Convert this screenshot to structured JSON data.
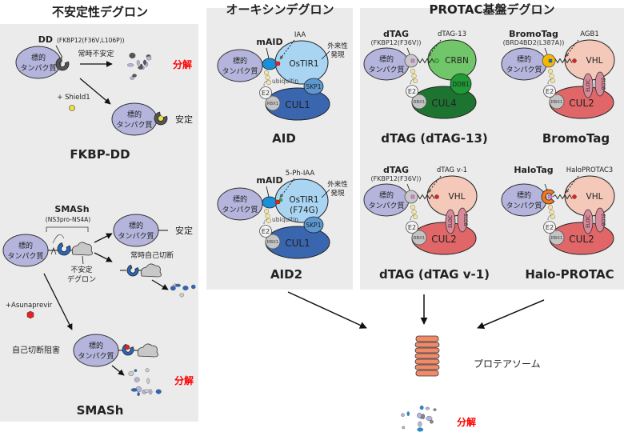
{
  "sections": {
    "unstable": "不安定性デグロン",
    "auxin": "オーキシンデグロン",
    "protac": "PROTAC基盤デグロン"
  },
  "target_protein": [
    "標的",
    "タンパク質"
  ],
  "fkbp_dd": {
    "tag": "DD",
    "tag_sub": "(FKBP12(F36V,L106P))",
    "always_unstable": "常時不安定",
    "degradation": "分解",
    "ligand": "+ Shield1",
    "stable": "安定",
    "name": "FKBP-DD"
  },
  "smash": {
    "tag": "SMASh",
    "tag_sub": "(NS3pro-NS4A)",
    "unstable_degron": [
      "不安定",
      "デグロン"
    ],
    "stable": "安定",
    "self_cleavage": "常時自己切断",
    "drug": "+Asunaprevir",
    "inhibition": "自己切断阻害",
    "degradation": "分解",
    "name": "SMASh"
  },
  "aid": {
    "tag": "mAID",
    "ligand": "IAA",
    "exogenous": [
      "外来性",
      "発現"
    ],
    "receptor": [
      "OsTIR1"
    ],
    "adapter": [
      "SKP1"
    ],
    "cullin": "CUL1",
    "e2": "E2",
    "rbx": "RBX1",
    "ubiquitin": "ubiquitin",
    "name": "AID"
  },
  "aid2": {
    "tag": "mAID",
    "ligand": "5-Ph-IAA",
    "exogenous": [
      "外来性",
      "発現"
    ],
    "receptor": [
      "OsTIR1",
      "(F74G)"
    ],
    "adapter": [
      "SKP1"
    ],
    "cullin": "CUL1",
    "e2": "E2",
    "rbx": "RBX1",
    "ubiquitin": "ubiquitin",
    "name": "AID2"
  },
  "dtag13": {
    "tag": "dTAG",
    "tag_sub": "(FKBP12(F36V))",
    "ligand": "dTAG-13",
    "receptor": [
      "CRBN"
    ],
    "adapter": [
      "DDB1"
    ],
    "cullin": "CUL4",
    "e2": "E2",
    "rbx": "RBX1",
    "name": "dTAG (dTAG-13)"
  },
  "bromotag": {
    "tag": "BromoTag",
    "tag_sub": "(BRD4BD2(L387A))",
    "ligand": "AGB1",
    "receptor": [
      "VHL"
    ],
    "adapter": [
      "ELOC",
      "ELOB"
    ],
    "cullin": "CUL2",
    "e2": "E2",
    "rbx": "RBX1",
    "name": "BromoTag"
  },
  "dtagv1": {
    "tag": "dTAG",
    "tag_sub": "(FKBP12(F36V))",
    "ligand": "dTAG v-1",
    "receptor": [
      "VHL"
    ],
    "adapter": [
      "ELOC",
      "ELOB"
    ],
    "cullin": "CUL2",
    "e2": "E2",
    "rbx": "RBX1",
    "name": "dTAG (dTAG v-1)"
  },
  "halo": {
    "tag": "HaloTag",
    "tag_sub": "",
    "ligand": "HaloPROTAC3",
    "receptor": [
      "VHL"
    ],
    "adapter": [
      "ELOC",
      "ELOB"
    ],
    "cullin": "CUL2",
    "e2": "E2",
    "rbx": "RBX1",
    "name": "Halo-PROTAC"
  },
  "proteasome": {
    "label": "プロテアソーム",
    "degradation": "分解"
  },
  "colors": {
    "panel": "#ebebeb",
    "target": "#b4b4dc",
    "degradation_text": "#ff0000",
    "dd": "#555555",
    "smash_protease": "#2a66b8",
    "shield1": "#f0e040",
    "asunaprevir": "#e82020",
    "mAID": "#1a90d8",
    "ostir1": "#a9d5f2",
    "skp1": "#5d97cf",
    "cul1": "#3a66b0",
    "crbn": "#72c66a",
    "ddb1": "#1f9a36",
    "cul4": "#1d7430",
    "vhl": "#f5c9b9",
    "eloc_elob": "#d98a9a",
    "cul2": "#e06668",
    "bromotag": "#f5b700",
    "halotag": "#f07820",
    "dtag": "#c8c8c8",
    "ubiquitin": "#f3e6a0",
    "proteasome": "#f08a68"
  }
}
